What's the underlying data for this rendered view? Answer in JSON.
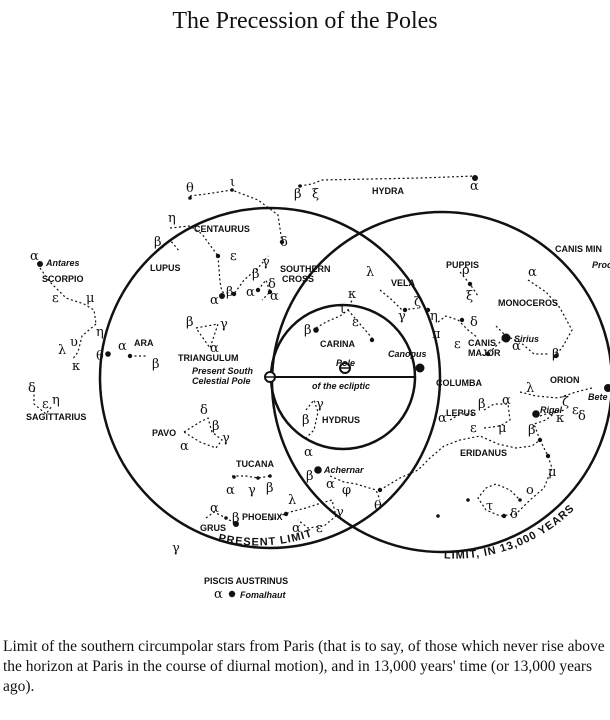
{
  "title": "The Precession of the Poles",
  "caption": "Limit of the southern circumpolar stars from Paris (that is to say, of those which never rise above the horizon at Paris in the course of diurnal motion), and in 13,000 years' time (or 13,000 years ago).",
  "circles": {
    "present_limit": "PRESENT LIMIT",
    "future_limit": "LIMIT, IN 13,000 YEARS"
  },
  "poles": {
    "south_celestial": "Present South Celestial Pole",
    "ecliptic_1": "Pole",
    "ecliptic_2": "of the ecliptic"
  },
  "constellations": {
    "hydra": "HYDRA",
    "canis_minor": "CANIS MIN",
    "centaurus": "CENTAURUS",
    "antares": "Antares",
    "scorpio": "SCORPIO",
    "lupus": "LUPUS",
    "southern_cross_1": "SOUTHERN",
    "southern_cross_2": "CROSS",
    "vela": "VELA",
    "puppis": "PUPPIS",
    "procyon": "Proc",
    "monoceros": "MONOCEROS",
    "ara": "ARA",
    "carina": "CARINA",
    "canopus": "Canopus",
    "canis_major_1": "CANIS",
    "canis_major_2": "MAJOR",
    "sirius": "Sirius",
    "triangulum": "TRIANGULUM",
    "sagittarius": "SAGITTARIUS",
    "columba": "COLUMBA",
    "orion": "ORION",
    "betelgeuse": "Bete",
    "lepus": "LEPUS",
    "rigel": "Rigel",
    "hydrus": "HYDRUS",
    "pavo": "PAVO",
    "eridanus": "ERIDANUS",
    "tucana": "TUCANA",
    "achernar": "Achernar",
    "phoenix": "PHOENIX",
    "grus": "GRUS",
    "piscis_austrinus": "PISCIS AUSTRINUS",
    "fomalhaut": "Fomalhaut"
  }
}
